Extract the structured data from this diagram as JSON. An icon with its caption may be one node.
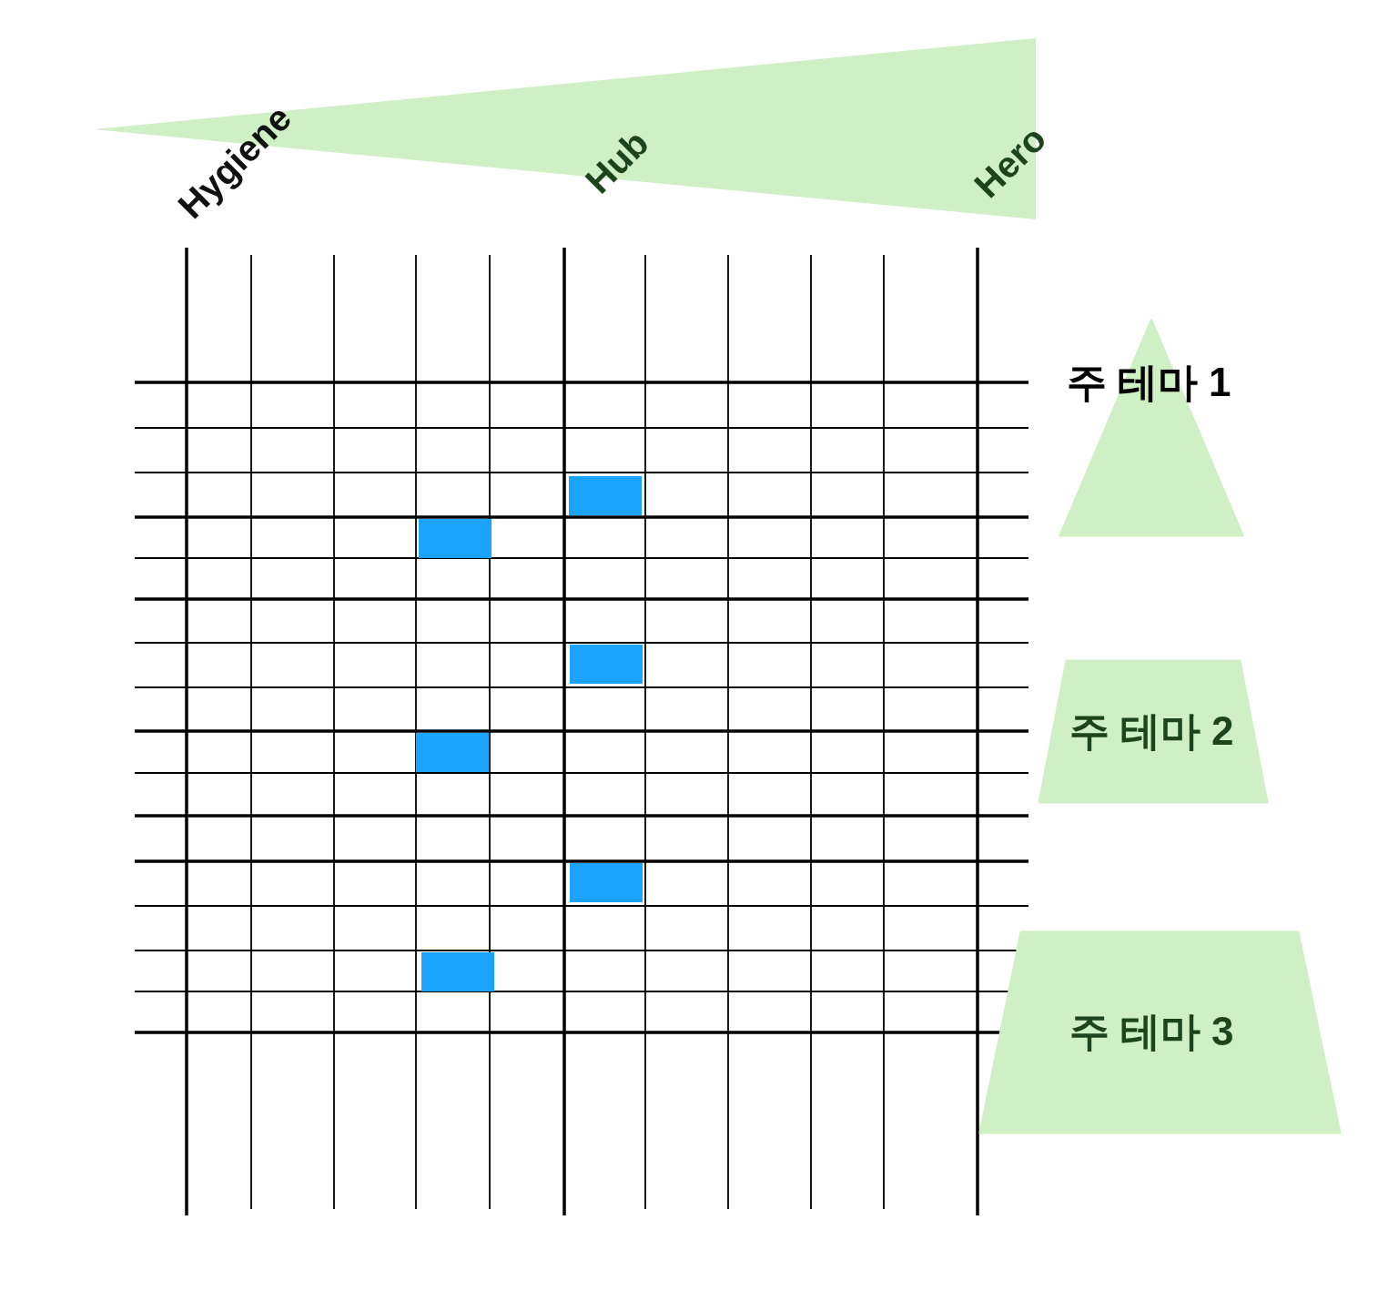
{
  "diagram": {
    "nodes": [
      {
        "text": [
          "주 테마 1"
        ]
      },
      {
        "text": [
          "주 테마 2"
        ]
      },
      {
        "text": [
          "주 테마 3"
        ]
      }
    ],
    "labels": [
      "Hygiene",
      "Hub",
      "Hero"
    ]
  }
}
